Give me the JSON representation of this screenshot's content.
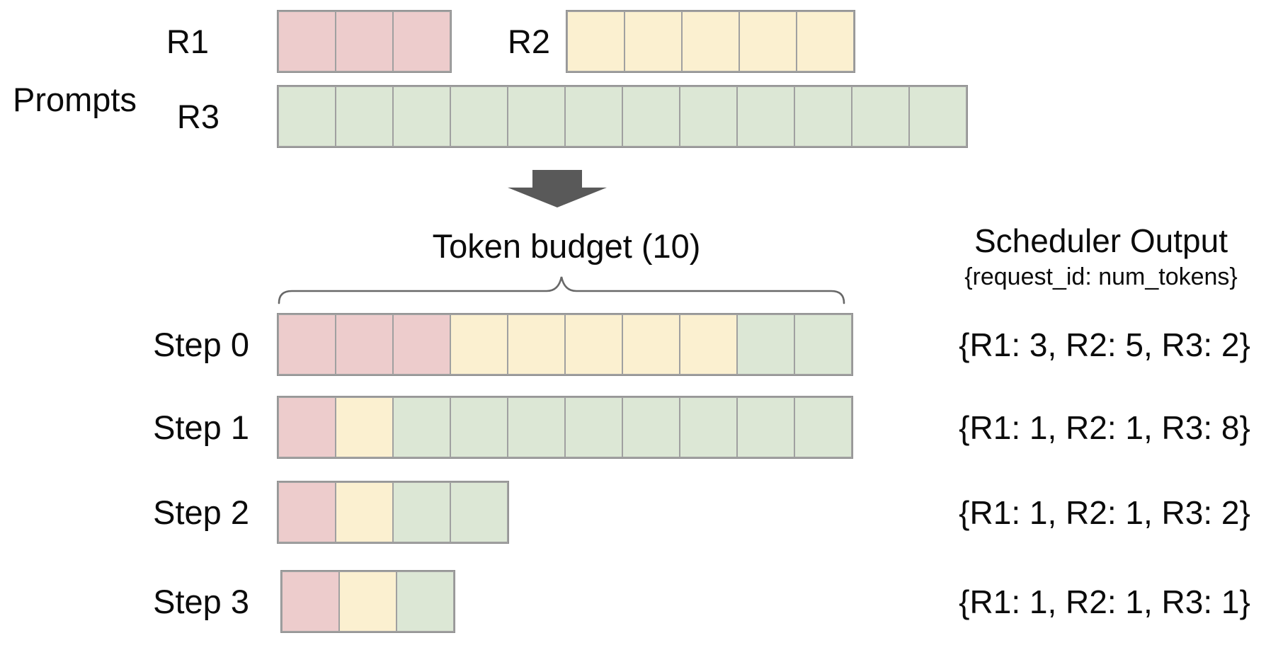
{
  "palette": {
    "r1_fill": "#edcccc",
    "r2_fill": "#fbf0d0",
    "r3_fill": "#dce7d5",
    "cell_border": "#a0a0a0",
    "strip_edge": "#8f8f8f",
    "arrow_color": "#595959",
    "brace_color": "#686868",
    "text_color": "#0b0b0b"
  },
  "prompts": {
    "label": "Prompts",
    "requests": [
      {
        "id": "R1",
        "label": "R1",
        "tokens": 3
      },
      {
        "id": "R2",
        "label": "R2",
        "tokens": 5
      },
      {
        "id": "R3",
        "label": "R3",
        "tokens": 12
      }
    ]
  },
  "token_budget": {
    "label": "Token budget (10)",
    "value": 10
  },
  "scheduler": {
    "title": "Scheduler Output",
    "subtitle": "{request_id: num_tokens}",
    "steps": [
      {
        "label": "Step 0",
        "allocation": {
          "R1": 3,
          "R2": 5,
          "R3": 2
        },
        "output": "{R1: 3, R2: 5, R3: 2}"
      },
      {
        "label": "Step 1",
        "allocation": {
          "R1": 1,
          "R2": 1,
          "R3": 8
        },
        "output": "{R1: 1, R2: 1, R3: 8}"
      },
      {
        "label": "Step 2",
        "allocation": {
          "R1": 1,
          "R2": 1,
          "R3": 2
        },
        "output": "{R1: 1, R2: 1, R3: 2}"
      },
      {
        "label": "Step 3",
        "allocation": {
          "R1": 1,
          "R2": 1,
          "R3": 1
        },
        "output": "{R1: 1, R2: 1, R3: 1}"
      }
    ]
  }
}
